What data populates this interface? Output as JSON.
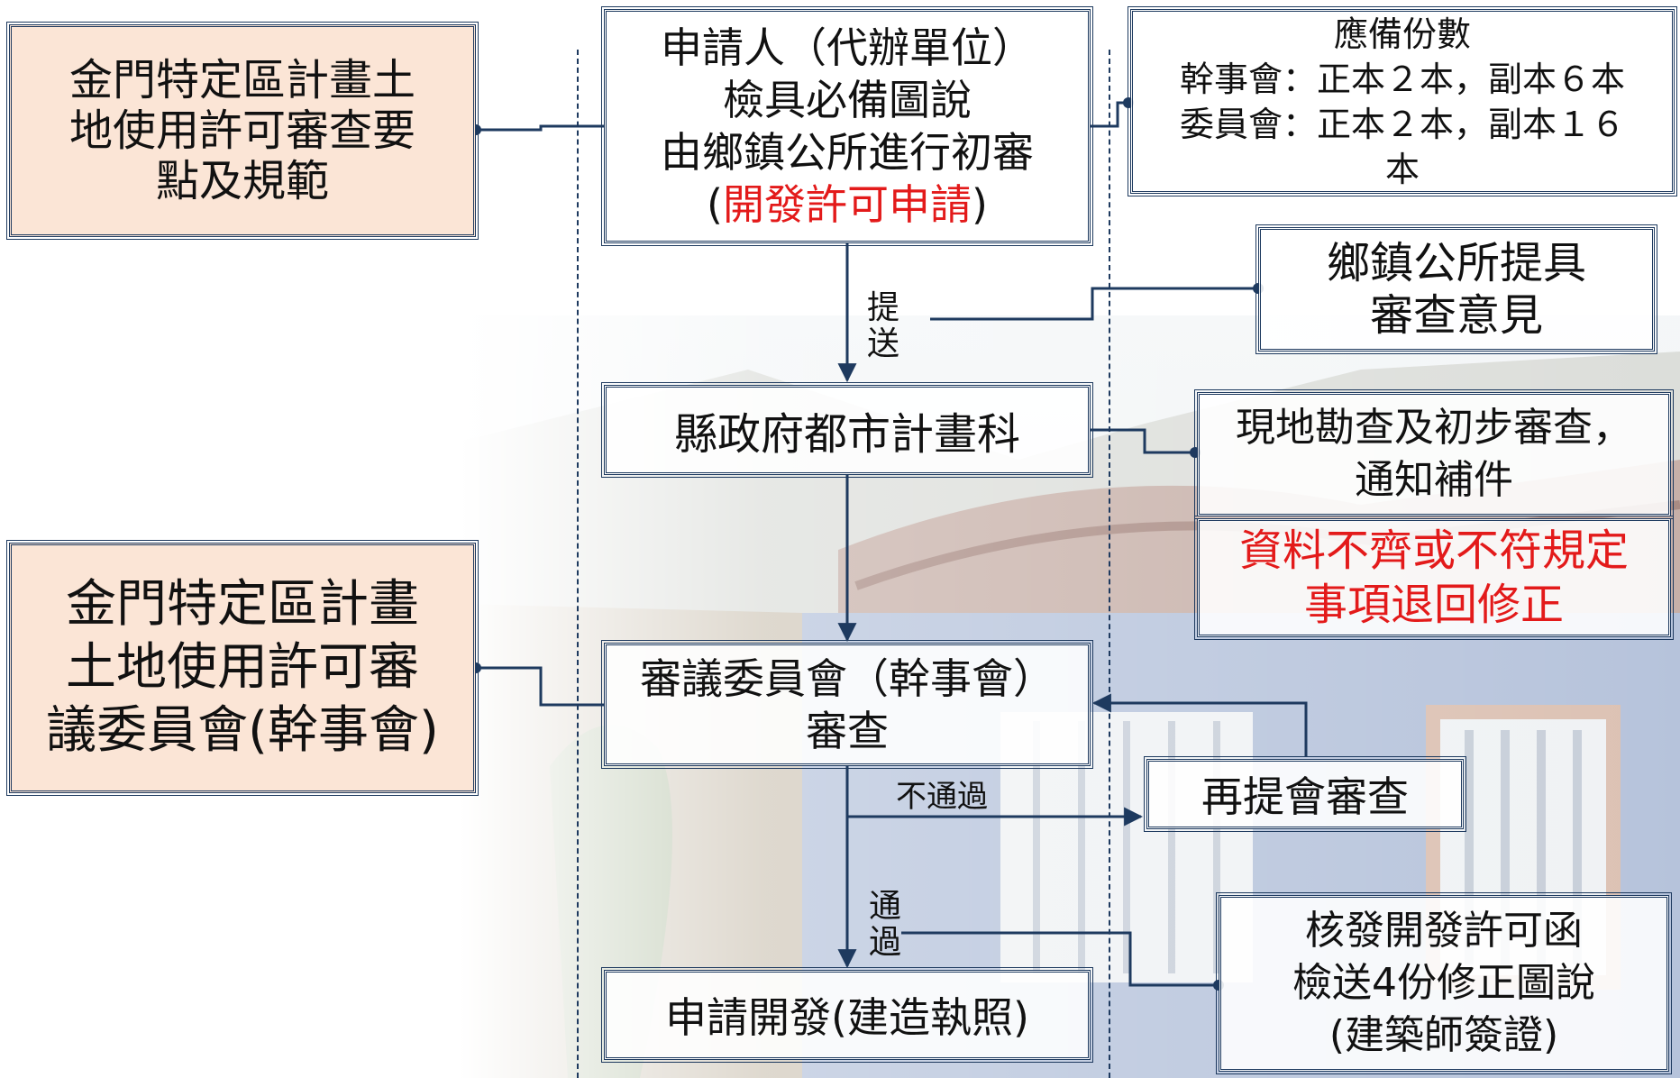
{
  "diagram": {
    "left_top": {
      "lines": [
        "金門特定區計畫土",
        "地使用許可審查要",
        "點及規範"
      ]
    },
    "left_bottom": {
      "lines": [
        "金門特定區計畫",
        "土地使用許可審",
        "議委員會(幹事會)"
      ]
    },
    "applicant": {
      "lines": [
        "申請人（代辦單位）",
        "檢具必備圖說",
        "由鄉鎮公所進行初審"
      ],
      "paren_open": "(",
      "red_text": "開發許可申請",
      "paren_close": ")"
    },
    "copies": {
      "lines": [
        "應備份數",
        "幹事會：正本２本，副本６本",
        "委員會：正本２本，副本１６",
        "本"
      ]
    },
    "township_opinion": {
      "lines": [
        "鄉鎮公所提具",
        "審查意見"
      ]
    },
    "county": {
      "label": "縣政府都市計畫科"
    },
    "survey": {
      "lines": [
        "現地勘查及初步審查，",
        "通知補件"
      ]
    },
    "reject": {
      "lines": [
        "資料不齊或不符規定",
        "事項退回修正"
      ]
    },
    "committee": {
      "lines": [
        "審議委員會（幹事會）",
        "審查"
      ]
    },
    "resubmit": {
      "label": "再提會審查"
    },
    "permit": {
      "lines": [
        "核發開發許可函",
        "檢送4份修正圖說",
        "(建築師簽證)"
      ]
    },
    "apply_dev": {
      "label": "申請開發(建造執照)"
    },
    "labels": {
      "submit": [
        "提",
        "送"
      ],
      "fail": "不通過",
      "pass": [
        "通",
        "過"
      ]
    },
    "colors": {
      "line": "#1e3a5f",
      "peach": "#fbe5d6",
      "red": "#e31a1a"
    }
  }
}
